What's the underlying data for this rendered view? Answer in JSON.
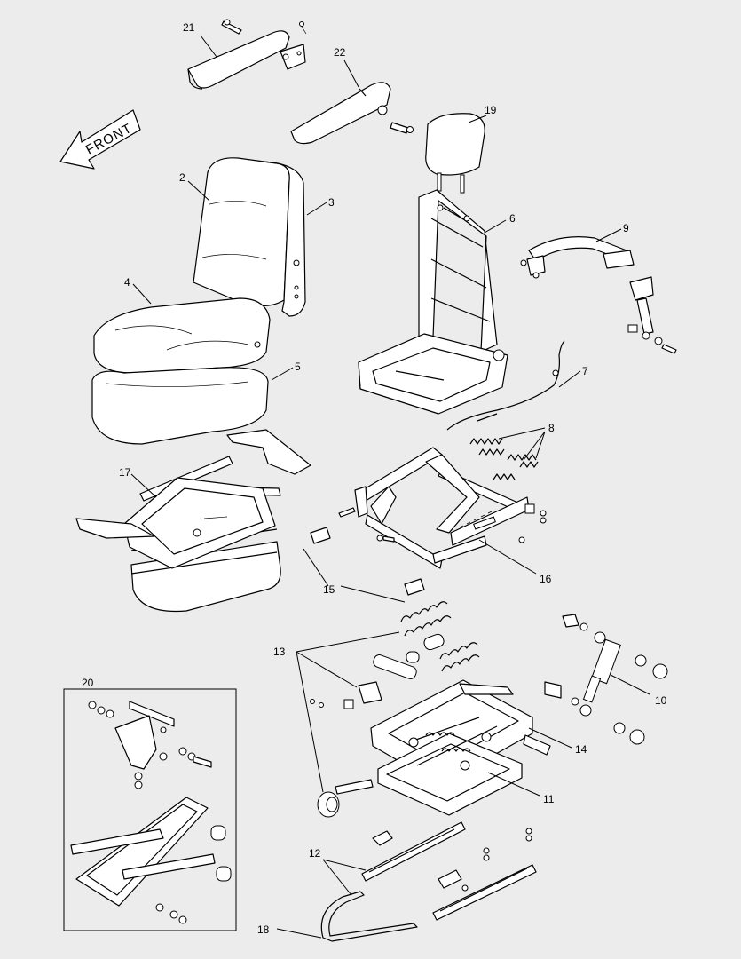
{
  "front_arrow_text": "FRONT",
  "callouts": {
    "c2": "2",
    "c3": "3",
    "c4": "4",
    "c5": "5",
    "c6": "6",
    "c7": "7",
    "c8": "8",
    "c9": "9",
    "c10": "10",
    "c11": "11",
    "c12": "12",
    "c13": "13",
    "c14": "14",
    "c15": "15",
    "c16": "16",
    "c17": "17",
    "c18": "18",
    "c19": "19",
    "c20": "20",
    "c21": "21",
    "c22": "22"
  }
}
